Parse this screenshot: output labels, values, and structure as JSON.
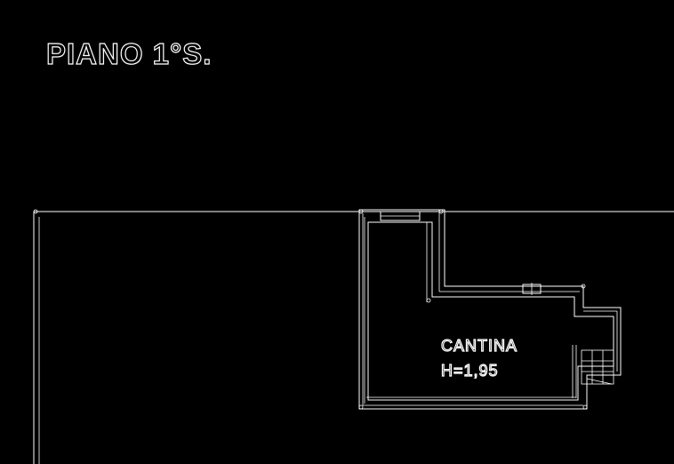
{
  "plan": {
    "title": "PIANO 1°S.",
    "room": {
      "name": "CANTINA",
      "height_label": "H=1,95"
    }
  },
  "colors": {
    "background": "#000000",
    "lines": "#ffffff"
  }
}
